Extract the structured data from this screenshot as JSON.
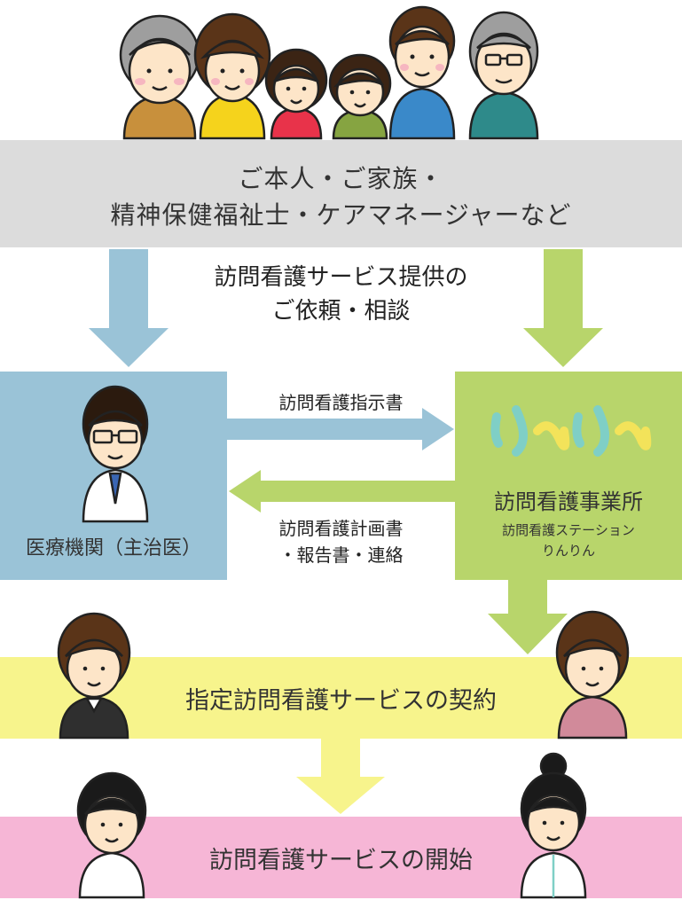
{
  "top": {
    "line1": "ご本人・ご家族・",
    "line2": "精神保健福祉士・ケアマネージャーなど"
  },
  "request": {
    "line1": "訪問看護サービス提供の",
    "line2": "ご依頼・相談"
  },
  "hospital": {
    "label": "医療機関（主治医）"
  },
  "instruction": {
    "label": "訪問看護指示書"
  },
  "plan": {
    "line1": "訪問看護計画書",
    "line2": "・報告書・連絡"
  },
  "station": {
    "logo_text": "りんりん",
    "title": "訪問看護事業所",
    "sub1": "訪問看護ステーション",
    "sub2": "りんりん"
  },
  "contract": {
    "label": "指定訪問看護サービスの契約"
  },
  "start": {
    "label": "訪問看護サービスの開始"
  },
  "colors": {
    "gray_box": "#dcdcdc",
    "blue": "#9ac3d7",
    "green": "#b8d56b",
    "yellow": "#f7f48c",
    "pink": "#f6b6d6",
    "skin": "#fde5c8",
    "hair_dark": "#3b2414",
    "outline": "#222222"
  }
}
